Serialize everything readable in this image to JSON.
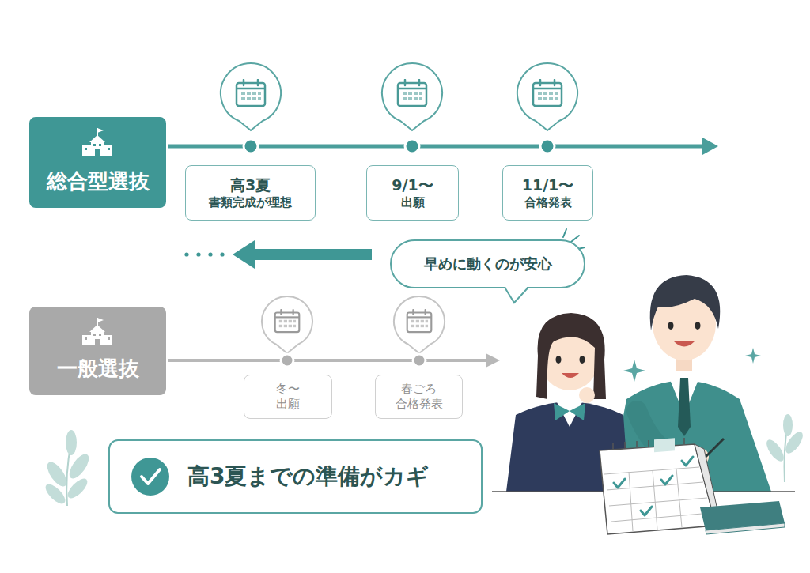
{
  "diagram": {
    "nodes": [
      {
        "text": [
          "総合型選抜"
        ]
      },
      {
        "text": [
          "高3夏",
          "書類完成が理想"
        ]
      },
      {
        "text": [
          "9/1〜",
          "出願"
        ]
      },
      {
        "text": [
          "11/1〜",
          "合格発表"
        ]
      },
      {
        "text": [
          "早めに動くのが安心"
        ]
      },
      {
        "text": [
          "一般選抜"
        ]
      },
      {
        "text": [
          "冬〜",
          "出願"
        ]
      },
      {
        "text": [
          "春ごろ",
          "合格発表"
        ]
      },
      {
        "text": [
          "高3夏までの準備がカギ"
        ]
      }
    ]
  }
}
